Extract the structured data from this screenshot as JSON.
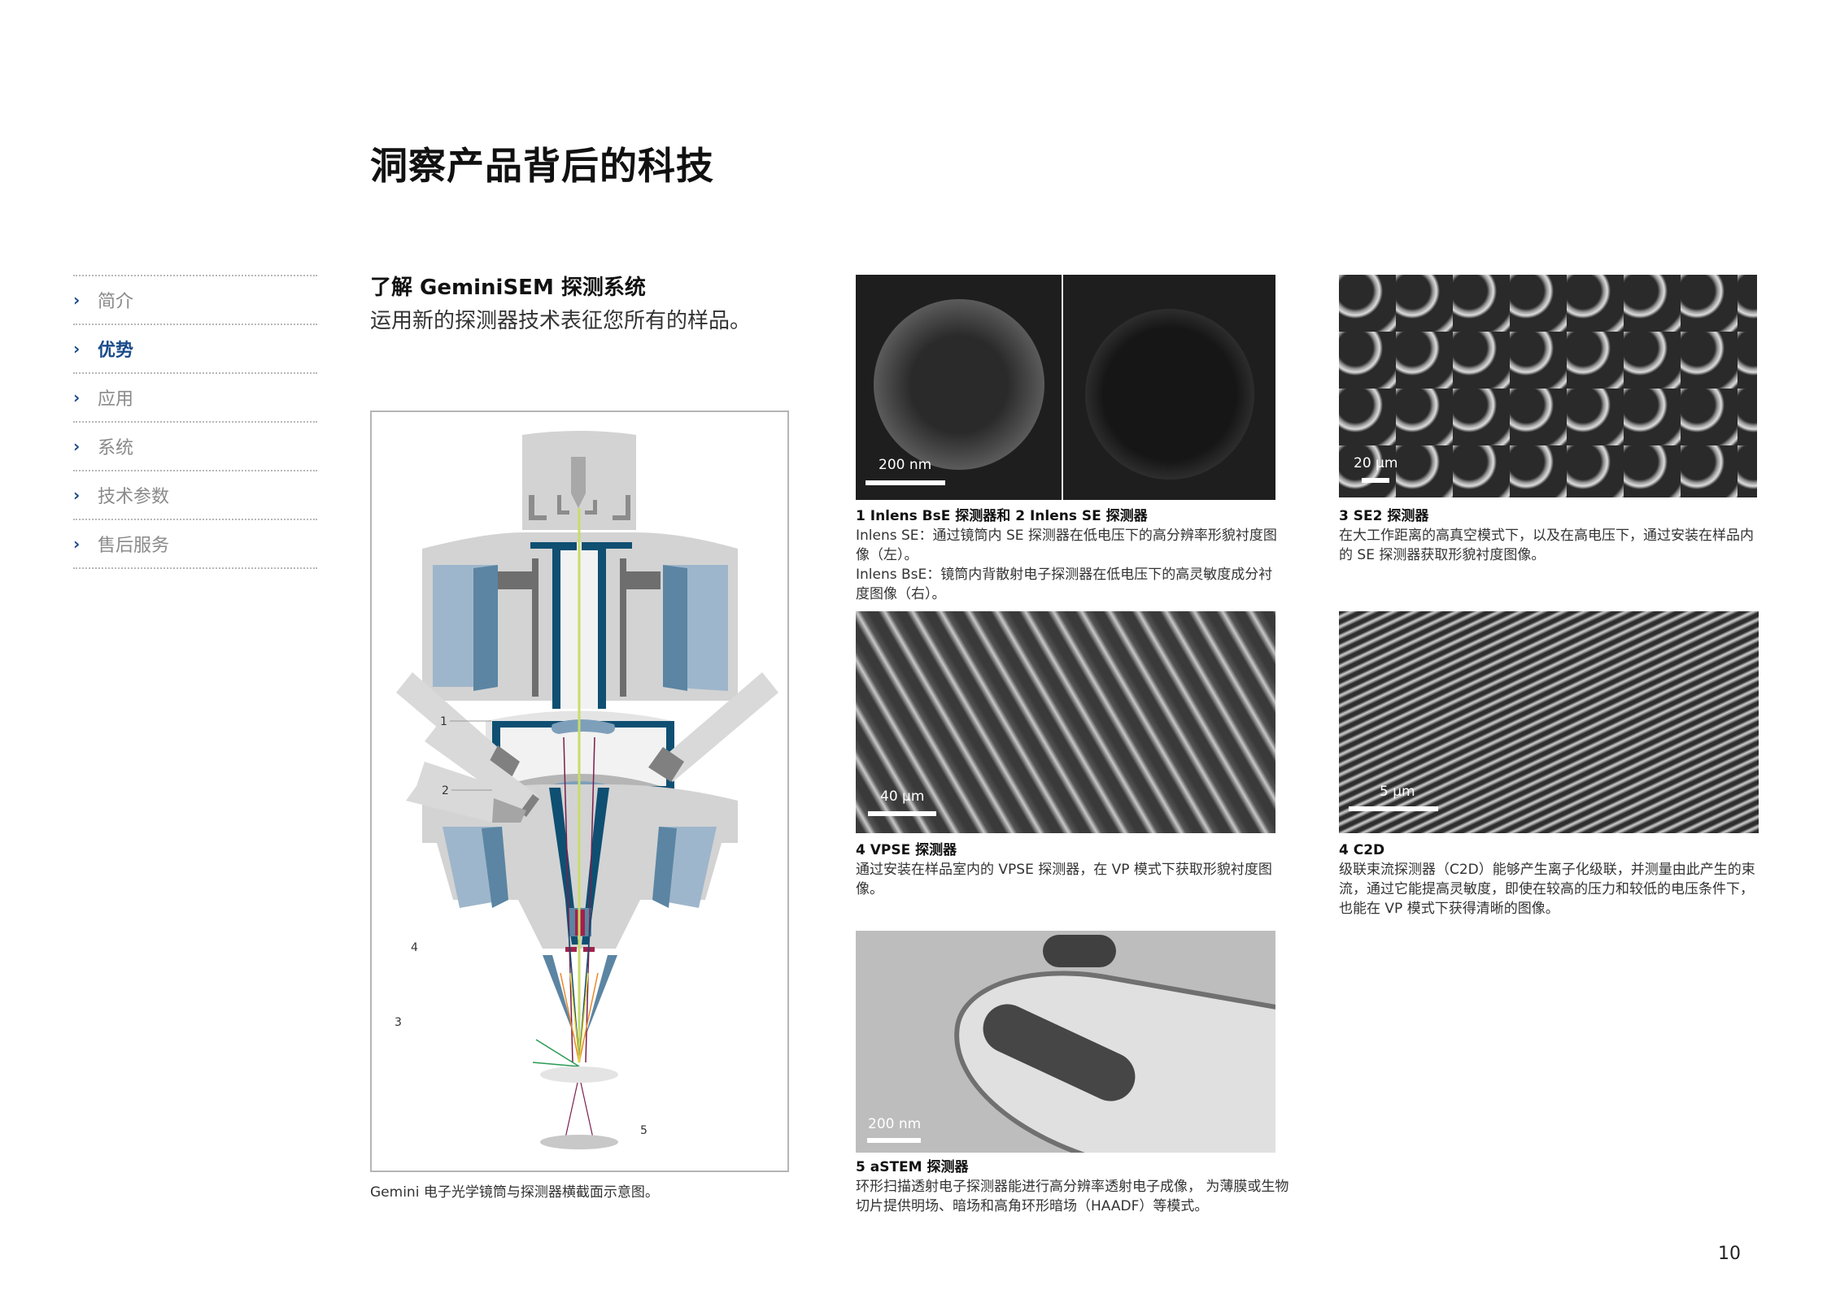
{
  "page": {
    "title": "洞察产品背后的科技",
    "page_number": "10"
  },
  "nav": {
    "items": [
      {
        "label": "简介",
        "active": false,
        "icon": "chevron-right-icon"
      },
      {
        "label": "优势",
        "active": true,
        "icon": "chevron-right-icon"
      },
      {
        "label": "应用",
        "active": false,
        "icon": "chevron-right-icon"
      },
      {
        "label": "系统",
        "active": false,
        "icon": "chevron-right-icon"
      },
      {
        "label": "技术参数",
        "active": false,
        "icon": "chevron-right-icon"
      },
      {
        "label": "售后服务",
        "active": false,
        "icon": "chevron-right-icon"
      }
    ],
    "chevron_glyph": "›",
    "active_color": "#1a4a8a",
    "inactive_color": "#8a8a8a"
  },
  "section": {
    "title": "了解 GeminiSEM 探测系统",
    "subtitle": "运用新的探测器技术表征您所有的样品。"
  },
  "diagram": {
    "caption": "Gemini 电子光学镜筒与探测器横截面示意图。",
    "labels": [
      "1",
      "2",
      "4",
      "3",
      "5"
    ],
    "colors": {
      "housing": "#d3d3d3",
      "housing_light": "#e4e4e4",
      "coil_light": "#9eb6cb",
      "coil_dark": "#5b85a3",
      "liner": "#0f4f72",
      "beam": "#c8dc6a",
      "signal_purple": "#7a1f4d",
      "signal_orange": "#e8892b",
      "signal_green": "#2a9a55",
      "accent_red": "#a3204a",
      "detector_dark": "#808080"
    }
  },
  "images": [
    {
      "id": "inlens",
      "scale_label": "200 nm",
      "caption_title": "1 Inlens BsE 探测器和 2 Inlens SE 探测器",
      "caption_lines": [
        "Inlens SE：通过镜筒内 SE 探测器在低电压下的高分辨率形貌衬度图像（左）。",
        "Inlens BsE：镜筒内背散射电子探测器在低电压下的高灵敏度成分衬度图像（右）。"
      ]
    },
    {
      "id": "se2",
      "scale_label": "20 µm",
      "caption_title": "3 SE2 探测器",
      "caption_lines": [
        "在大工作距离的高真空模式下，以及在高电压下，通过安装在样品内的 SE 探测器获取形貌衬度图像。"
      ]
    },
    {
      "id": "vpse",
      "scale_label": "40 µm",
      "caption_title": "4 VPSE 探测器",
      "caption_lines": [
        "通过安装在样品室内的 VPSE 探测器，在 VP 模式下获取形貌衬度图像。"
      ]
    },
    {
      "id": "c2d",
      "scale_label": "5 µm",
      "caption_title": "4 C2D",
      "caption_lines": [
        "级联束流探测器（C2D）能够产生离子化级联，并测量由此产生的束流，通过它能提高灵敏度，即使在较高的压力和较低的电压条件下，也能在 VP 模式下获得清晰的图像。"
      ]
    },
    {
      "id": "astem",
      "scale_label": "200 nm",
      "caption_title": "5 aSTEM 探测器",
      "caption_lines": [
        "环形扫描透射电子探测器能进行高分辨率透射电子成像， 为薄膜或生物切片提供明场、暗场和高角环形暗场（HAADF）等模式。"
      ]
    }
  ]
}
